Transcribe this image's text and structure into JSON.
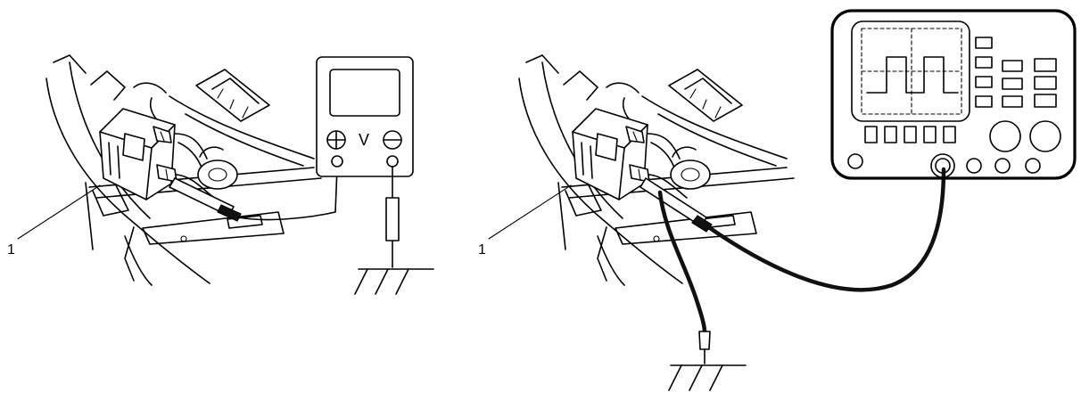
{
  "figure": {
    "left_panel": {
      "callout_label": "1",
      "meter_symbol": "V"
    },
    "right_panel": {
      "callout_label": "1"
    }
  }
}
